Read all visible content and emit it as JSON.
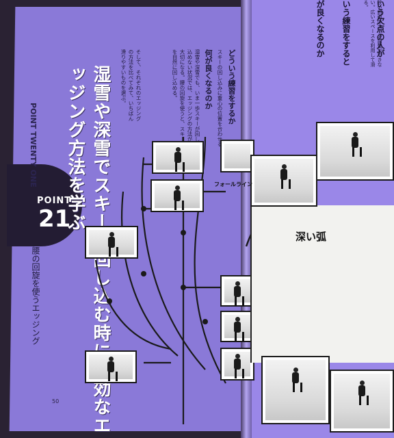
{
  "headline": "湿雪や深雪でスキーを回し込む時に有効なエッジング方法を学ぶ",
  "point_en": "POINT TWENTY ONE",
  "point_label": "POINT",
  "point_number": "21",
  "subheading": "腰の回旋を使うエッジング",
  "section1_heading": "どういう練習をするか",
  "section1_body": "スキーの回し込みに重心の位置を合わせる。",
  "section2_heading": "何が良くなるのか",
  "section2_body": "湿雪や深雪でも、いま一歩スキーが回し込めない状況では、エッジングの方法が大切になる。腰の回旋を使うと、スキーを自然に回し込める。",
  "section3_body": "そして、それぞれのエッジングの方法を比べてみて、いちばん滑りやすいものを選ぶ。",
  "fall_line_label": "フォールライン",
  "deep_arc_label": "深い弧",
  "right_heading1": "いう欠点の人が",
  "right_heading2": "いう練習をすると",
  "right_heading3": "が良くなるのか",
  "right_body": "狭い斜面の大小の調整ができない。広いスペースを利用して滑る。",
  "page_number": "50"
}
